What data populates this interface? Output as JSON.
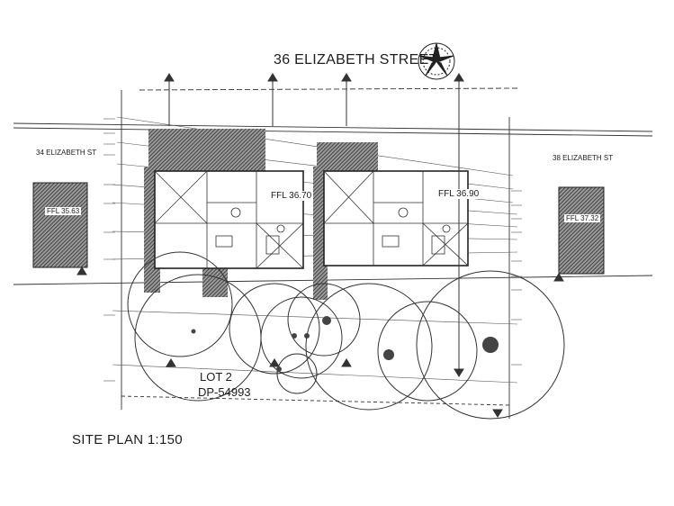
{
  "plan": {
    "street_title": "36 ELIZABETH STREET",
    "left_street": "34 ELIZABETH ST",
    "right_street": "38 ELIZABETH ST",
    "ffl_left_neighbour": "FFL 35.63",
    "ffl_right_neighbour": "FFL 37.32",
    "ffl_house_1": "FFL 36.70",
    "ffl_house_2": "FFL 36.90",
    "lot": "LOT 2",
    "dp": "DP-54993",
    "caption": "SITE PLAN 1:150"
  },
  "icons": {
    "north": "north-point-icon",
    "section": "section-marker-icon"
  },
  "colors": {
    "ink": "#2a2a2a",
    "hatch": "#4a4a4a",
    "paper": "#ffffff"
  }
}
